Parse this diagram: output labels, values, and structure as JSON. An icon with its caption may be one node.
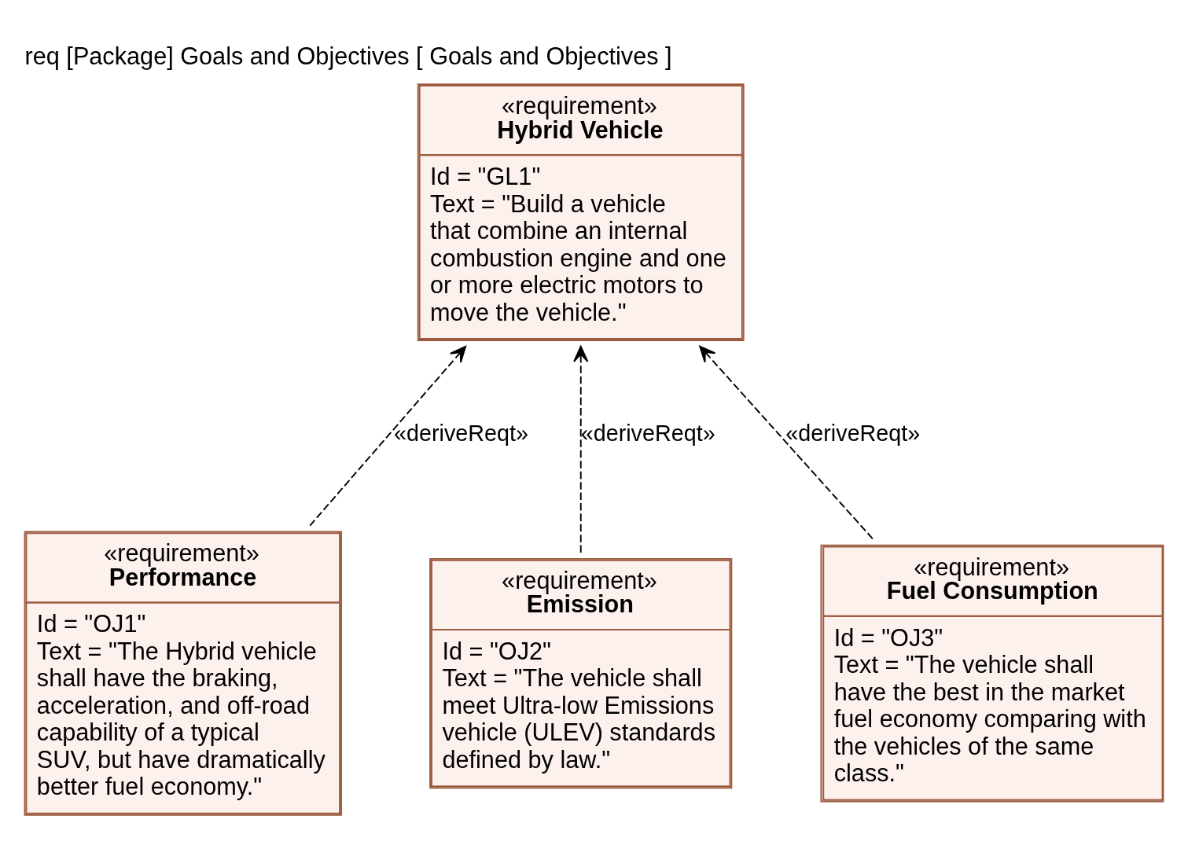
{
  "diagram": {
    "title": "req [Package] Goals and Objectives [ Goals and Objectives ]",
    "nodes": [
      {
        "text": [
          "«requirement»",
          "Hybrid Vehicle",
          "Id = \"GL1\"",
          "Text = \"Build a vehicle that combine an internal combustion engine and one or more electric motors to move the vehicle.\""
        ]
      },
      {
        "text": [
          "«requirement»",
          "Performance",
          "Id = \"OJ1\"",
          "Text = \"The Hybrid vehicle shall have the braking, acceleration, and off-road capability of a typical SUV, but have dramatically better fuel economy.\""
        ]
      },
      {
        "text": [
          "«requirement»",
          "Emission",
          "Id = \"OJ2\"",
          "Text = \"The vehicle shall meet Ultra-low Emissions vehicle (ULEV) standards defined by law.\""
        ]
      },
      {
        "text": [
          "«requirement»",
          "Fuel Consumption",
          "Id = \"OJ3\"",
          "Text = \"The vehicle shall have the best in the market fuel economy comparing with the vehicles of the same class.\""
        ]
      }
    ],
    "edges": [
      {
        "from": 1,
        "to": 0,
        "arrow": "to",
        "label": "«deriveReqt»",
        "style": "dashed"
      },
      {
        "from": 2,
        "to": 0,
        "arrow": "to",
        "label": "«deriveReqt»",
        "style": "dashed"
      },
      {
        "from": 3,
        "to": 0,
        "arrow": "to",
        "label": "«deriveReqt»",
        "style": "dashed"
      }
    ]
  }
}
